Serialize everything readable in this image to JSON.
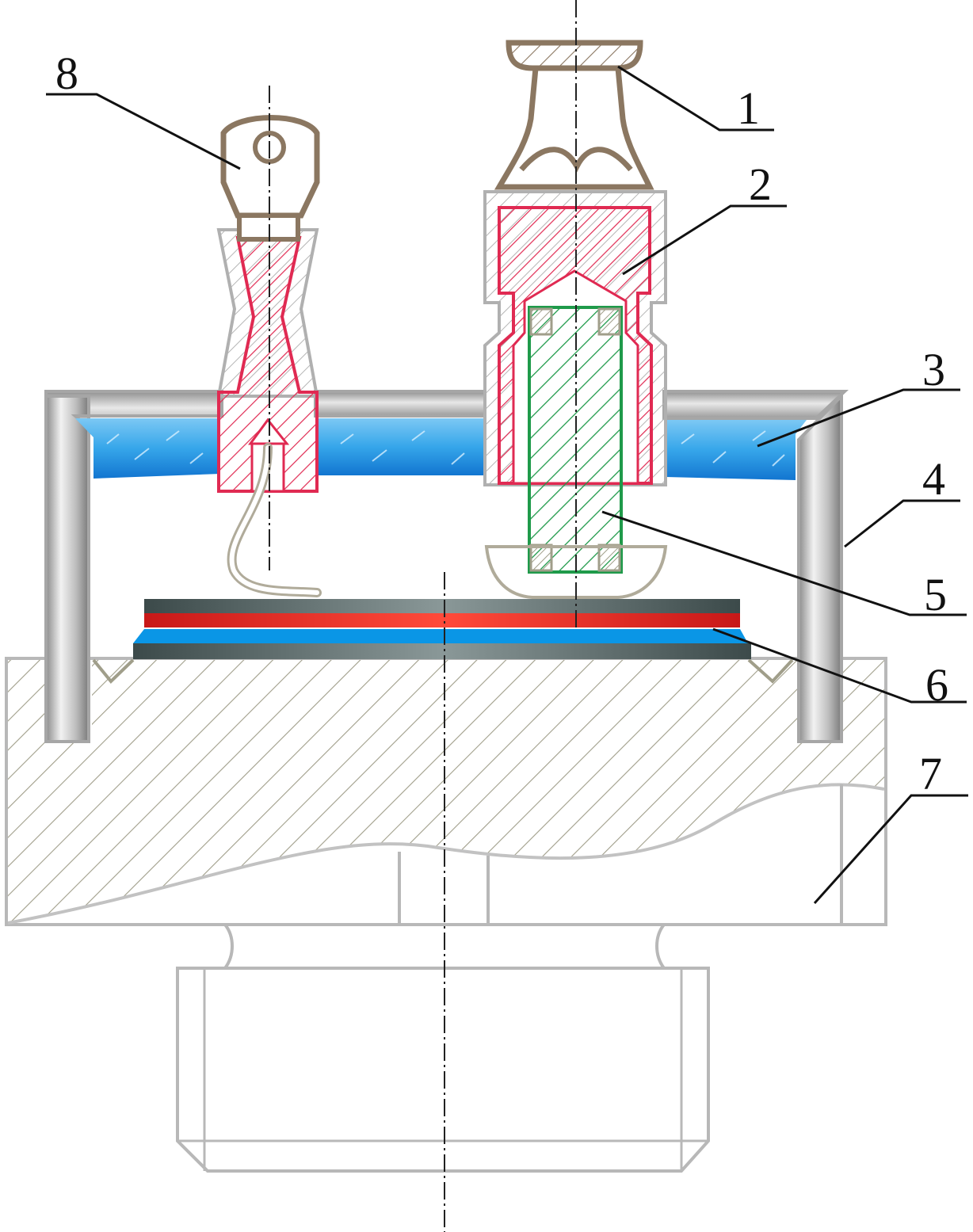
{
  "labels": {
    "l1": "1",
    "l2": "2",
    "l3": "3",
    "l4": "4",
    "l5": "5",
    "l6": "6",
    "l7": "7",
    "l8": "8"
  },
  "colors": {
    "base_hatch": "#a09e8a",
    "cap_brown": "#8b7761",
    "housing_gray": "#b9b9b9",
    "insulator_blue": "#1e8fe0",
    "conductor_red": "#e02a52",
    "stud_green": "#1f9a4a",
    "plate_dark": "#4f5f5f",
    "plate_red": "#e02020",
    "plate_blue": "#0a96e6",
    "leader": "#111111",
    "centerline": "#222222"
  }
}
